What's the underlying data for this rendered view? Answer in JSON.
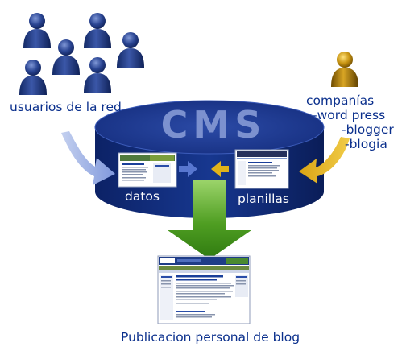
{
  "labels": {
    "users": "usuarios de la red",
    "providers": [
      "companías",
      "-word press",
      "-blogger",
      "-blogia"
    ],
    "cms": "CMS",
    "data": "datos",
    "templates": "planillas",
    "output": "Publicacion personal de blog"
  },
  "icons": {
    "user": "person-icon",
    "company": "person-icon-gold",
    "page": "webpage-thumbnail"
  },
  "colors": {
    "cylinder": "#11307f",
    "cylinder_top": "#2544a0",
    "cms_text": "#7c91cf",
    "users": "#1f3a78",
    "company": "#b8860b",
    "arrow_users": "#8aa0d8",
    "arrow_company": "#e0b21a",
    "arrow_output": "#5aa82a",
    "label_text": "#0a2f8c"
  }
}
